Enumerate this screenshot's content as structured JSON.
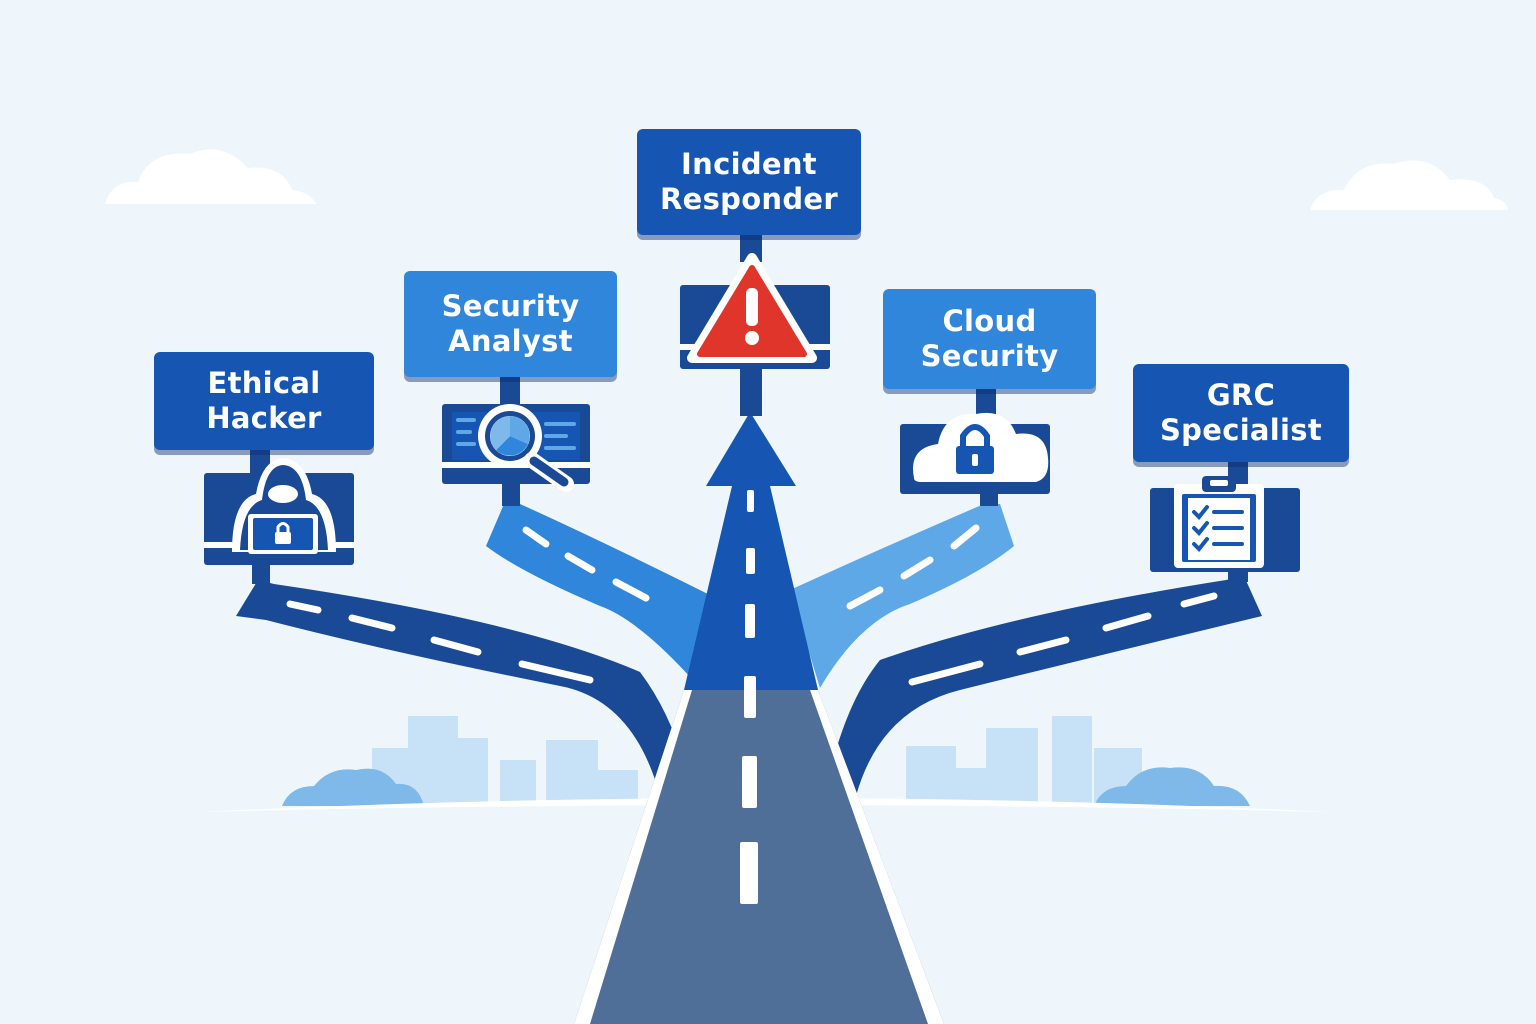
{
  "signs": {
    "ethical_hacker": {
      "line1": "Ethical",
      "line2": "Hacker"
    },
    "security_analyst": {
      "line1": "Security",
      "line2": "Analyst"
    },
    "incident_responder": {
      "line1": "Incident",
      "line2": "Responder"
    },
    "cloud_security": {
      "line1": "Cloud",
      "line2": "Security"
    },
    "grc_specialist": {
      "line1": "GRC",
      "line2": "Specialist"
    }
  },
  "icons": {
    "ethical_hacker": "hooded-hacker-laptop-icon",
    "security_analyst": "magnifier-chart-icon",
    "incident_responder": "warning-triangle-icon",
    "cloud_security": "cloud-lock-icon",
    "grc_specialist": "clipboard-checklist-icon"
  },
  "colors": {
    "sky": "#eef6fc",
    "sign_dark": "#1656b2",
    "sign_light": "#2f86db",
    "road_main": "#4f6e98",
    "road_dark": "#1a4a96",
    "road_mid": "#2f86db",
    "road_light": "#5fa8e8",
    "alert_red": "#e0352b"
  }
}
